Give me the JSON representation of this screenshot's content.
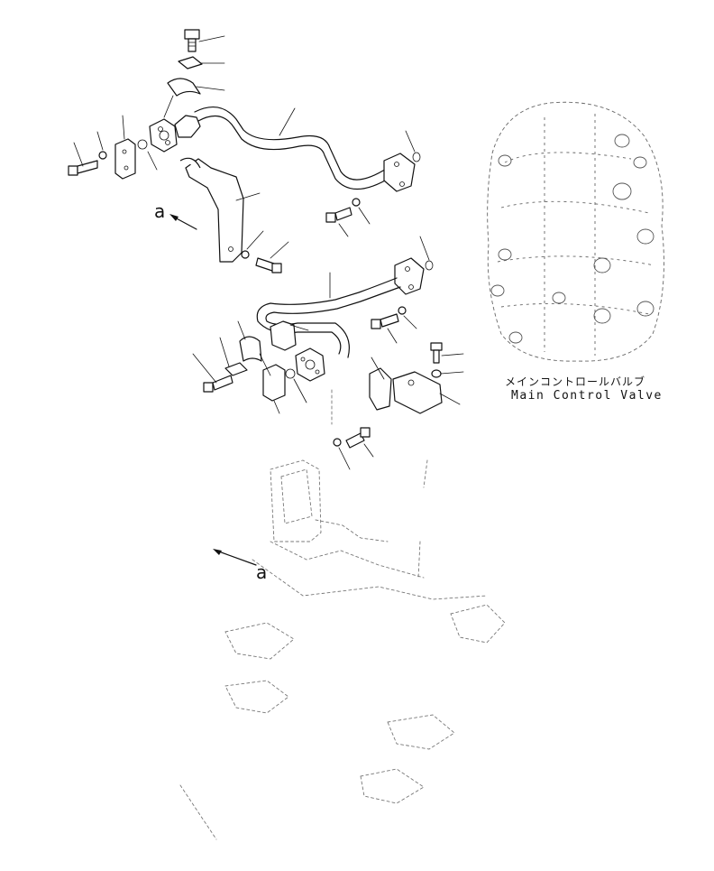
{
  "labels": {
    "valve_japanese": "メインコントロールバルブ",
    "valve_english": "Main Control Valve",
    "view_a_top": "a",
    "view_a_bottom": "a"
  },
  "colors": {
    "background": "#ffffff",
    "line": "#111111",
    "ghost": "#777777"
  }
}
